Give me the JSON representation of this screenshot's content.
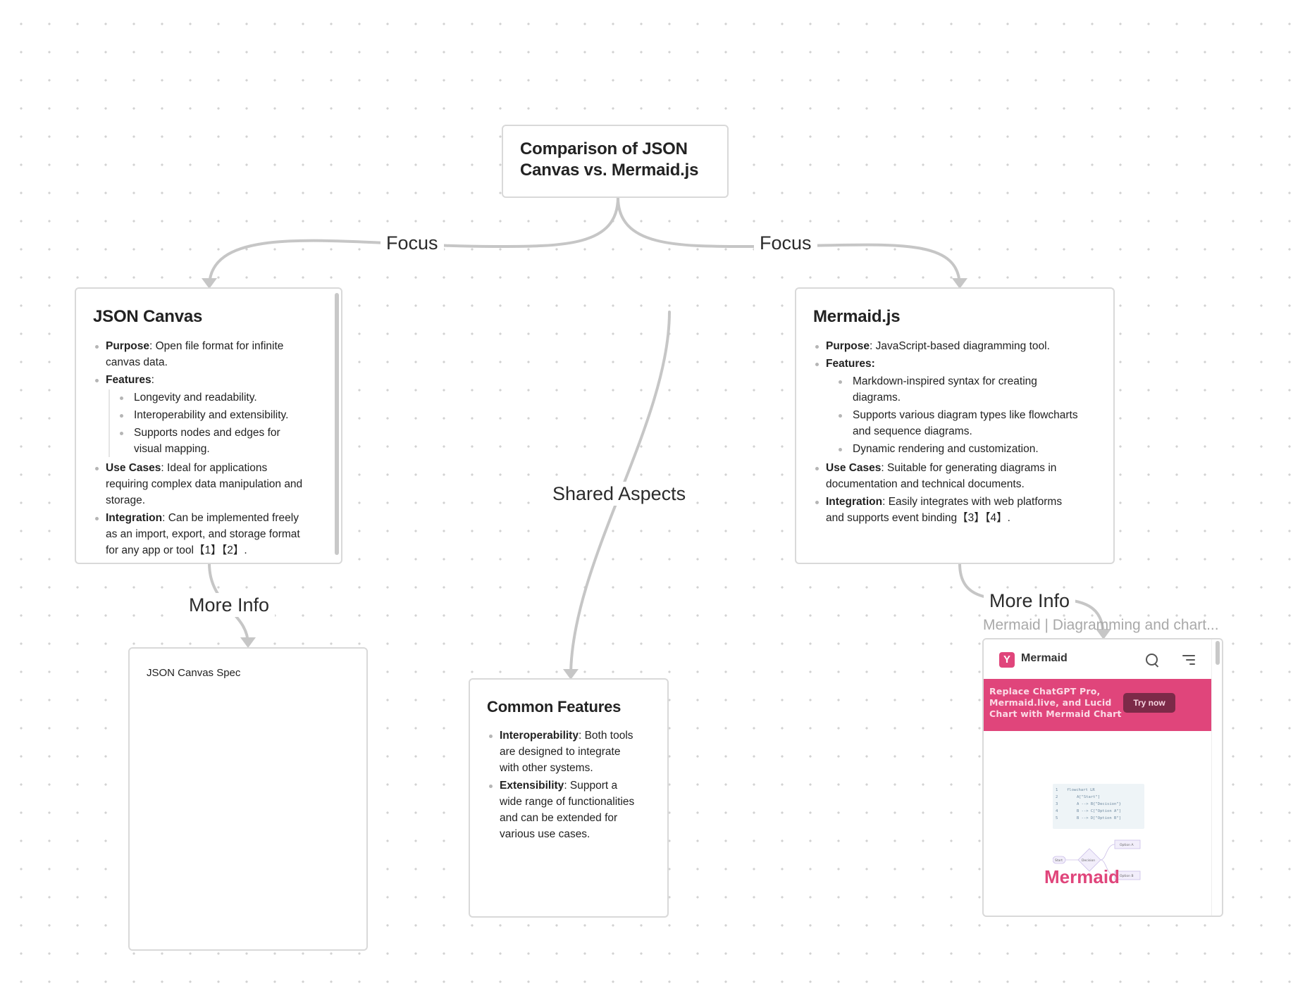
{
  "edges": {
    "focus_left": "Focus",
    "focus_right": "Focus",
    "shared": "Shared Aspects",
    "more_info_left": "More Info",
    "more_info_right": "More Info"
  },
  "root": {
    "title_line1": "Comparison of JSON",
    "title_line2": "Canvas vs. Mermaid.js"
  },
  "json_canvas": {
    "title": "JSON Canvas",
    "purpose_label": "Purpose",
    "purpose_text": ": Open file format for infinite canvas data.",
    "features_label": "Features",
    "features_suffix": ":",
    "features": [
      "Longevity and readability.",
      "Interoperability and extensibility.",
      "Supports nodes and edges for visual mapping."
    ],
    "use_cases_label": "Use Cases",
    "use_cases_text": ": Ideal for applications requiring complex data manipulation and storage.",
    "integration_label": "Integration",
    "integration_text": ": Can be implemented freely as an import, export, and storage format for any app or tool【1】【2】."
  },
  "mermaid": {
    "title": "Mermaid.js",
    "purpose_label": "Purpose",
    "purpose_text": ": JavaScript-based diagramming tool.",
    "features_label": "Features:",
    "features": [
      "Markdown-inspired syntax for creating diagrams.",
      "Supports various diagram types like flowcharts and sequence diagrams.",
      "Dynamic rendering and customization."
    ],
    "use_cases_label": "Use Cases",
    "use_cases_text": ": Suitable for generating diagrams in documentation and technical documents.",
    "integration_label": "Integration",
    "integration_text": ": Easily integrates with web platforms and supports event binding【3】【4】."
  },
  "common": {
    "title": "Common Features",
    "interop_label": "Interoperability",
    "interop_text": ": Both tools are designed to integrate with other systems.",
    "ext_label": "Extensibility",
    "ext_text": ": Support a wide range of functionalities and can be extended for various use cases."
  },
  "spec": {
    "label": "JSON Canvas Spec"
  },
  "embed": {
    "title": "Mermaid | Diagramming and chart...",
    "brand": "Mermaid",
    "logo_glyph": "Y",
    "banner_text": "Replace ChatGPT Pro, Mermaid.live, and Lucid Chart with Mermaid Chart",
    "try_label": "Try now",
    "code_lines": [
      "flowchart LR",
      "A[\"Start\"]",
      "A --> B{\"Decision\"}",
      "B --> C[\"Option A\"]",
      "B --> D[\"Option B\"]"
    ],
    "nodes": {
      "start": "Start",
      "decision": "Decision",
      "option_a": "Option A",
      "option_b": "Option B"
    },
    "bottom_text": "Mermaid",
    "accent": "#e0457b"
  }
}
